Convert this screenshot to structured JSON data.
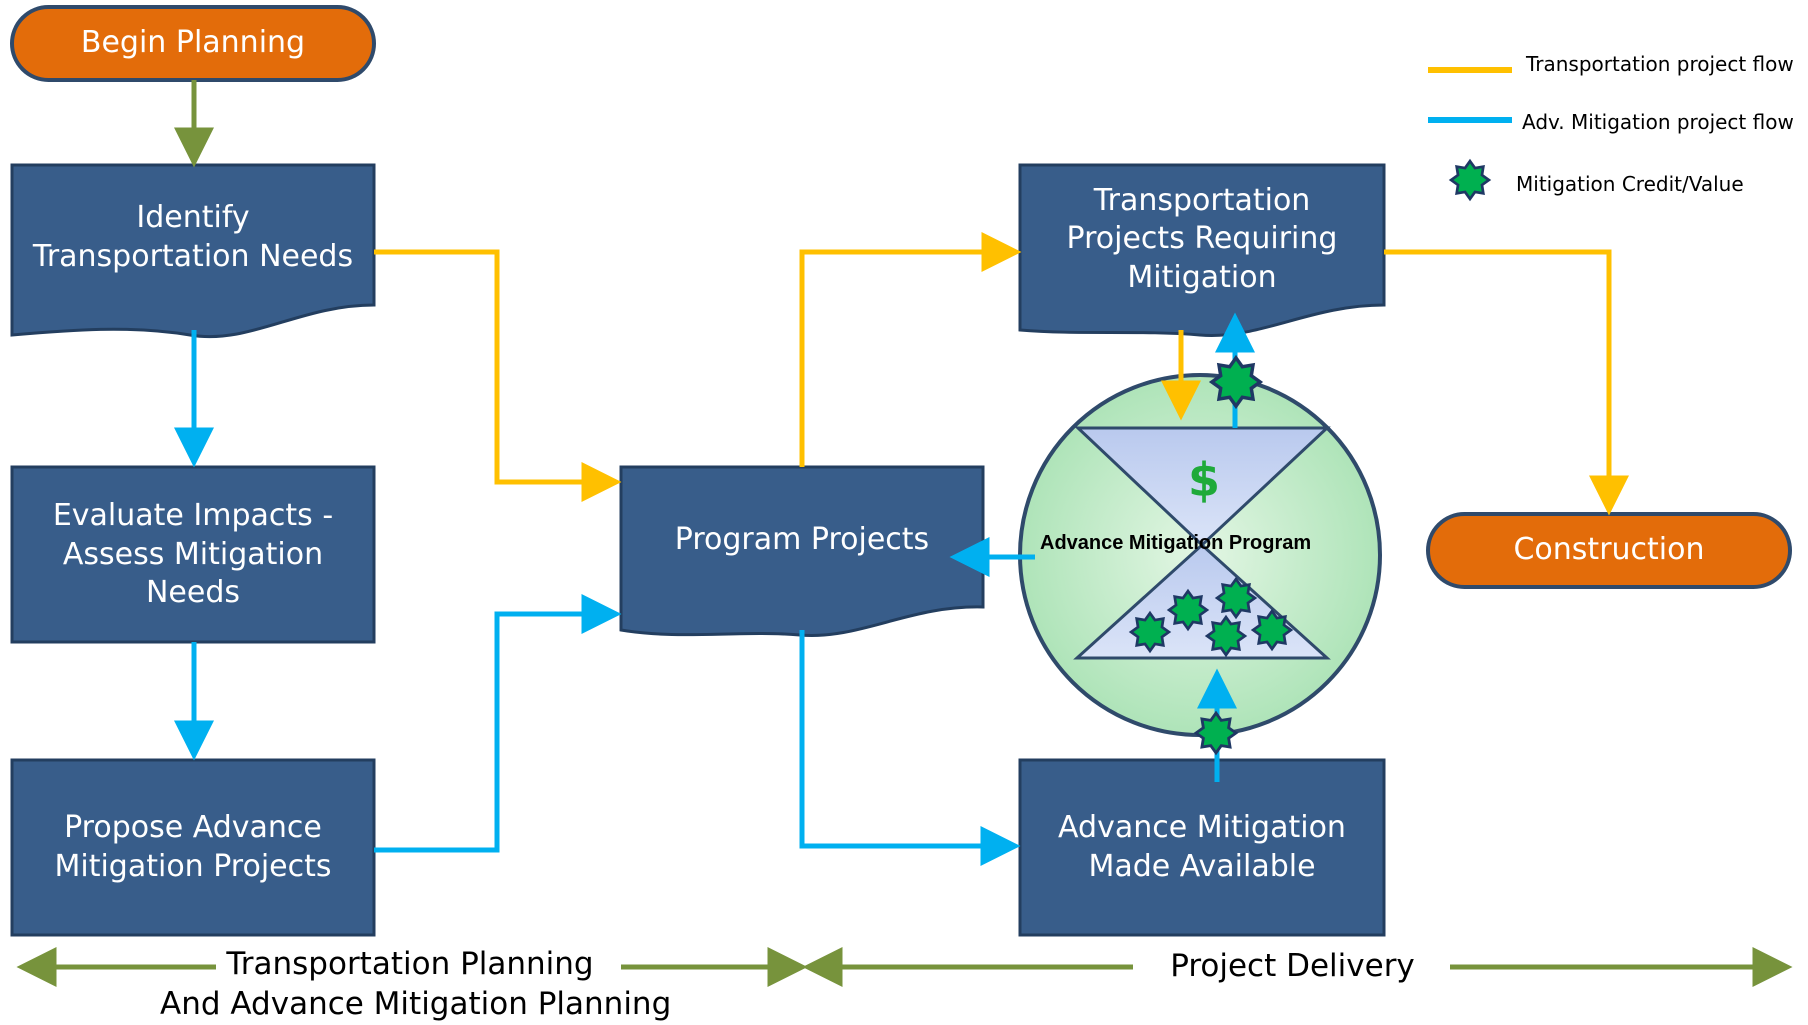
{
  "colors": {
    "box_fill": "#385d8a",
    "box_stroke": "#233e5f",
    "terminal_fill": "#e36c0a",
    "terminal_stroke": "#2f4a6b",
    "transport_flow": "#ffc000",
    "mitigation_flow": "#00b0f0",
    "start_arrow": "#77933c",
    "phase_arrow": "#77933c",
    "credit_star": "#00b050",
    "star_outline": "#1f3864",
    "circle_fill": "#c6efce",
    "dollar": "#1faa3a"
  },
  "terminals": {
    "begin": "Begin Planning",
    "construction": "Construction"
  },
  "boxes": {
    "identify": [
      "Identify",
      "Transportation Needs"
    ],
    "evaluate": [
      "Evaluate Impacts -",
      "Assess Mitigation",
      "Needs"
    ],
    "propose": [
      "Propose Advance",
      "Mitigation Projects"
    ],
    "program": [
      "Program Projects"
    ],
    "transport_req": [
      "Transportation",
      "Projects Requiring",
      "Mitigation"
    ],
    "adv_avail": [
      "Advance Mitigation",
      "Made Available"
    ]
  },
  "central": {
    "label": "Advance Mitigation Program",
    "symbol": "$"
  },
  "legend": {
    "transport_flow": "Transportation project flow",
    "mitigation_flow": "Adv. Mitigation project flow",
    "credit": "Mitigation Credit/Value"
  },
  "phases": {
    "planning_line1": "Transportation Planning",
    "planning_line2": "And Advance Mitigation Planning",
    "delivery": "Project Delivery"
  }
}
